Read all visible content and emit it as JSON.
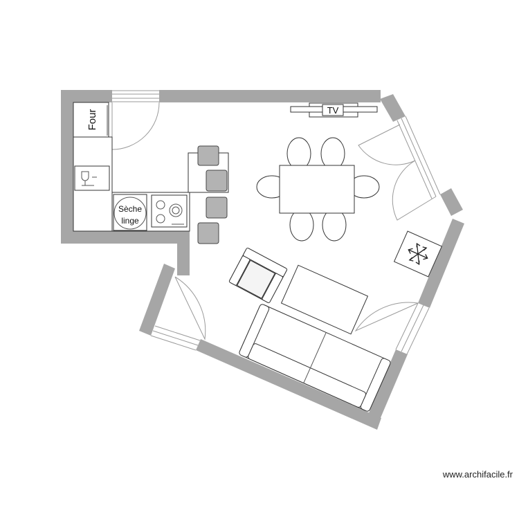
{
  "plan": {
    "labels": {
      "oven": "Four",
      "dryer_line1": "Sèche",
      "dryer_line2": "linge",
      "tv": "TV"
    },
    "icons": [
      "sink-icon",
      "glass-icon",
      "cooktop-icon",
      "snowflake-icon"
    ],
    "wall_color": "#a6a6a6",
    "stool_color": "#b3b3b3"
  },
  "watermark": "www.archifacile.fr"
}
